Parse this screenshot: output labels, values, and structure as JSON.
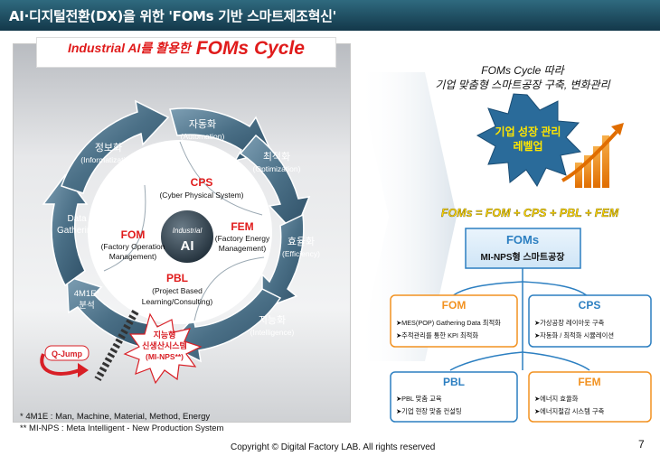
{
  "header": {
    "title": "AI·디지털전환(DX)을 위한  'FOMs 기반 스마트제조혁신'"
  },
  "cycle": {
    "title_prefix": "Industrial AI를 활용한",
    "title_main": "FOMs Cycle",
    "stages": [
      {
        "ko": "자동화",
        "en": "(Automation)"
      },
      {
        "ko": "최적화",
        "en": "(Optimization)"
      },
      {
        "ko": "효율화",
        "en": "(Efficiency)"
      },
      {
        "ko": "지능화",
        "en": "(Intelligence)"
      },
      {
        "ko": "4M1E*",
        "en": "분석"
      },
      {
        "ko": "Data",
        "en": "Gathering"
      },
      {
        "ko": "정보화",
        "en": "(Informatization)"
      }
    ],
    "center_top": "Industrial",
    "center_bottom": "AI",
    "cps": {
      "title": "CPS",
      "desc": "(Cyber Physical System)"
    },
    "fem": {
      "title": "FEM",
      "desc1": "(Factory Energy",
      "desc2": "Management)"
    },
    "fom": {
      "title": "FOM",
      "desc1": "(Factory Operation",
      "desc2": "Management)"
    },
    "pbl": {
      "title": "PBL",
      "desc1": "(Project Based",
      "desc2": "Learning/Consulting)"
    },
    "qjump": "Q-Jump",
    "mi_nps": {
      "line1": "지능형",
      "line2": "신생산시스템",
      "line3": "(MI-NPS**)"
    }
  },
  "right": {
    "intro_line1": "FOMs Cycle 따라",
    "intro_line2": "기업 맞춤형 스마트공장 구축, 변화관리",
    "burst_line1": "기업 성장 관리",
    "burst_line2": "레벨업",
    "formula": "FOMs = FOM + CPS + PBL + FEM",
    "center_title": "FOMs",
    "center_sub": "MI-NPS형 스마트공장",
    "boxes": {
      "fom": {
        "title": "FOM",
        "items": [
          "➤MES(POP) Gathering Data 최적화",
          "➤추적관리를 통한 KPI 최적화"
        ]
      },
      "cps": {
        "title": "CPS",
        "items": [
          "➤가상공장 레이아웃 구축",
          "➤자동화 / 최적화 시뮬레이션"
        ]
      },
      "pbl": {
        "title": "PBL",
        "items": [
          "➤PBL 맞춤 교육",
          "➤기업 현장 맞춤 컨설팅"
        ]
      },
      "fem": {
        "title": "FEM",
        "items": [
          "➤에너지 효율화",
          "➤에너지절감 시스템 구축"
        ]
      }
    }
  },
  "footnotes": {
    "note1": "* 4M1E : Man, Machine, Material, Method, Energy",
    "note2": "** MI-NPS : Meta Intelligent -  New Production System"
  },
  "copyright": "Copyright © Digital Factory LAB. All rights reserved",
  "page_number": "7",
  "colors": {
    "accent_red": "#e01b1b",
    "arrow_blue": "#4a6f86",
    "box_orange": "#f29221",
    "box_blue": "#2c7fc1",
    "formula_yellow": "#ffd400"
  }
}
